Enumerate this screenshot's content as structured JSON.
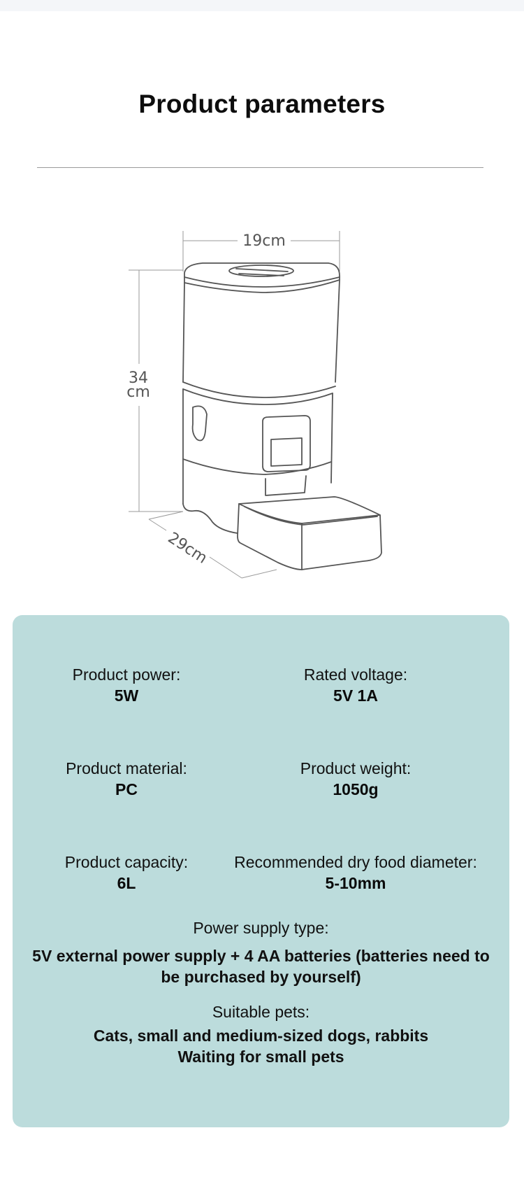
{
  "page": {
    "title": "Product parameters"
  },
  "diagram": {
    "width_label": "19cm",
    "height_label_line1": "34",
    "height_label_line2": "cm",
    "depth_label": "29cm"
  },
  "specs": {
    "power": {
      "label": "Product power:",
      "value": "5W"
    },
    "voltage": {
      "label": "Rated voltage:",
      "value": "5V 1A"
    },
    "material": {
      "label": "Product material:",
      "value": "PC"
    },
    "weight": {
      "label": "Product weight:",
      "value": "1050g"
    },
    "capacity": {
      "label": "Product capacity:",
      "value": "6L"
    },
    "food_diameter": {
      "label": "Recommended dry food diameter:",
      "value": "5-10mm"
    },
    "power_supply": {
      "label": "Power supply type:",
      "value_line1": "5V external power supply + 4 AA batteries (batteries need to",
      "value_line2": "be purchased by yourself)"
    },
    "pets": {
      "label": "Suitable pets:",
      "value_line1": "Cats, small and medium-sized dogs, rabbits",
      "value_line2": "Waiting for small pets"
    }
  },
  "colors": {
    "panel_background": "#bcdcdc",
    "line_art": "#555555"
  }
}
